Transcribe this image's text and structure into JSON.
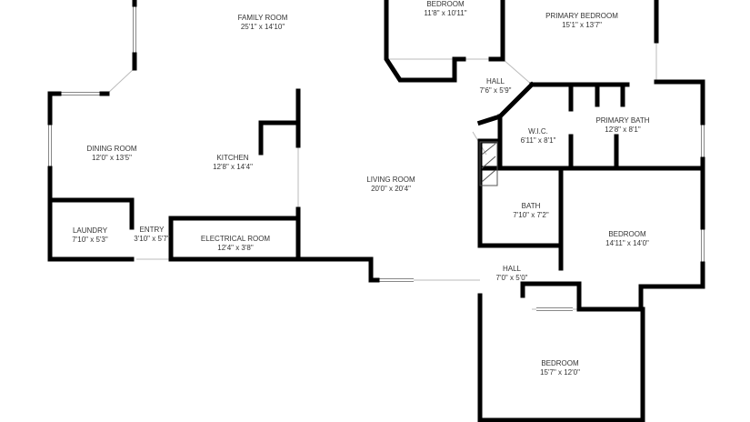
{
  "rooms": [
    {
      "name": "FAMILY ROOM",
      "size": "25'1\" x 14'10\""
    },
    {
      "name": "BEDROOM",
      "size": "11'8\" x 10'11\""
    },
    {
      "name": "PRIMARY BEDROOM",
      "size": "15'1\" x 13'7\""
    },
    {
      "name": "HALL",
      "size": "7'6\" x 5'9\""
    },
    {
      "name": "W.I.C.",
      "size": "6'11\" x 8'1\""
    },
    {
      "name": "PRIMARY BATH",
      "size": "12'8\" x 8'1\""
    },
    {
      "name": "DINING ROOM",
      "size": "12'0\" x 13'5\""
    },
    {
      "name": "KITCHEN",
      "size": "12'8\" x 14'4\""
    },
    {
      "name": "LIVING ROOM",
      "size": "20'0\" x 20'4\""
    },
    {
      "name": "BATH",
      "size": "7'10\" x 7'2\""
    },
    {
      "name": "BEDROOM",
      "size": "14'11\" x 14'0\""
    },
    {
      "name": "LAUNDRY",
      "size": "7'10\" x 5'3\""
    },
    {
      "name": "ENTRY",
      "size": "3'10\" x 5'7\""
    },
    {
      "name": "ELECTRICAL ROOM",
      "size": "12'4\" x 3'8\""
    },
    {
      "name": "HALL",
      "size": "7'0\" x 5'0\""
    },
    {
      "name": "BEDROOM",
      "size": "15'7\" x 12'0\""
    }
  ]
}
